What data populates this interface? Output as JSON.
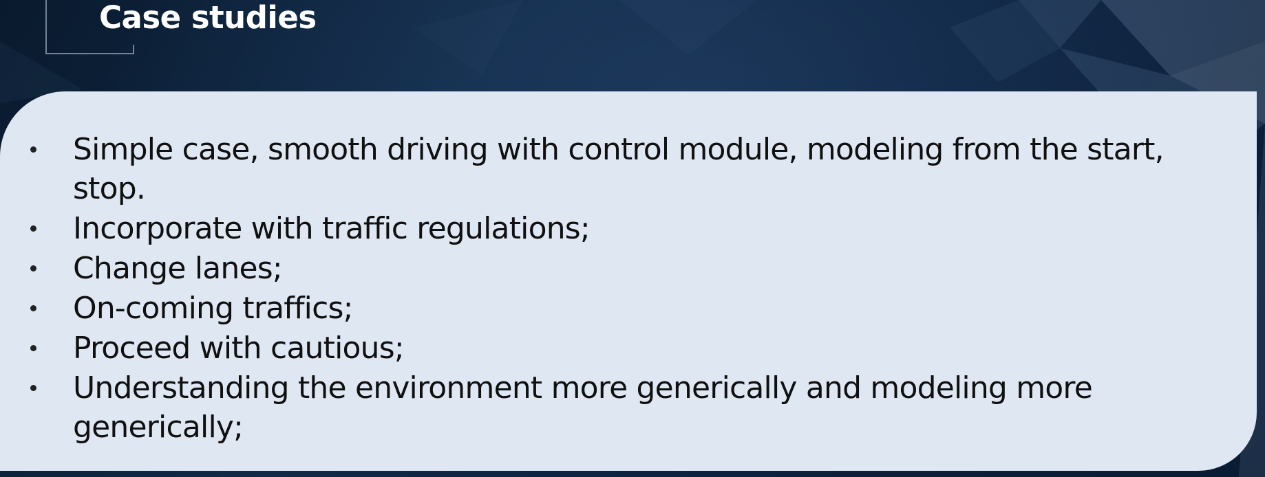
{
  "slide": {
    "title": "Case studies",
    "bullets": [
      "Simple case, smooth driving with control module, modeling from the start, stop.",
      "Incorporate with traffic regulations;",
      "Change lanes;",
      "On-coming traffics;",
      "Proceed with cautious;",
      "Understanding the environment more generically and modeling more generically;"
    ]
  },
  "colors": {
    "background_dark": "#0a1a2e",
    "panel": "#dfe7f3",
    "title_text": "#ffffff",
    "body_text": "#101010"
  }
}
